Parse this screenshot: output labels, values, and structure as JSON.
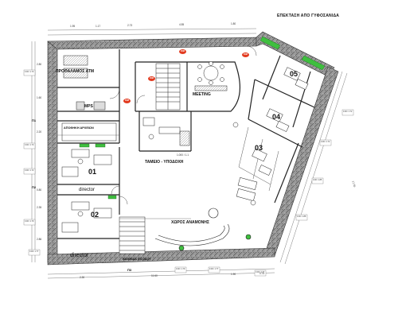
{
  "header": {
    "title": "ΕΠΕΚΤΑΣΗ ΑΠΟ ΓΥΦΟΣΑΝΙΔΑ"
  },
  "rooms": {
    "atm": "ΠΡΟΘΑΛΑΜΟΣ ATM",
    "meeting": "MEETING",
    "mps": "MPS",
    "storage": "ΑΠΟΘΗΚΗ ΑΡΧΕΙΩΝ",
    "cashier": "ΤΑΜΕΙΟ - ΥΠΟΔΟΧΗ",
    "director_top": "director",
    "director_bottom": "director",
    "waiting": "ΧΩΡΟΣ ΑΝΑΜΟΝΗΣ",
    "entrance": "ΒΑΘΜΙΔΑ ΕΙΣΟΔΟΥ"
  },
  "numbers": [
    "01",
    "02",
    "03",
    "04",
    "05"
  ],
  "tags": {
    "red": [
      "DIM",
      "DIM",
      "DIM",
      "DIM"
    ],
    "gate_code": "1.000 / 1.1"
  },
  "door_marks": [
    "Π1",
    "Π2",
    "Π3"
  ],
  "dimension_labels": {
    "top_row": [
      "1.95",
      "1.17",
      "2.73",
      "4.55",
      "1.80"
    ],
    "left_col": [
      "2.80",
      "1.60",
      "2.20",
      "0.80",
      "2.35",
      "2.86"
    ],
    "bottom_row": [
      "11.60",
      "2.30",
      "1.90",
      "0.75"
    ],
    "right_diag": "17.35",
    "level_marks": [
      "0.00 / 1.70",
      "0.00 / 1.70",
      "0.00 / 1.72",
      "0.00 / 1.79",
      "0.00 / 1.72",
      "0.00 / 1.72",
      "0.00 / 1.85",
      "0.00 / 1.88",
      "0.00 / 1.79",
      "0.00 / 1.77",
      "0.00 / 1.77",
      "0.00 / 1.77"
    ]
  },
  "colors": {
    "wall": "#8a8a8a",
    "planter": "#3fbf3f",
    "tag": "#e23a1f",
    "line": "#222222"
  }
}
